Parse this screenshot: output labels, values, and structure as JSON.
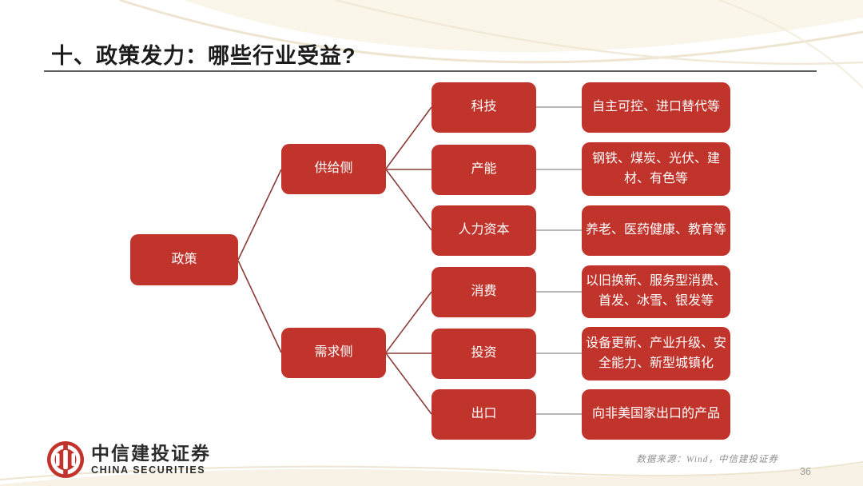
{
  "slide": {
    "title": "十、政策发力：哪些行业受益?",
    "source_note": "数据来源：Wind，中信建投证券",
    "page_number": "36"
  },
  "logo": {
    "name_cn": "中信建投证券",
    "name_en": "CHINA SECURITIES"
  },
  "colors": {
    "box_red": "#c1342c",
    "branch_line": "#8c3c37",
    "connector_line": "#9e9e9e",
    "title_rule": "#5f5f5f",
    "deco_cream": "#f6f0e1"
  },
  "diagram": {
    "root": {
      "label": "政策"
    },
    "branches": [
      {
        "label": "供给侧",
        "children": [
          {
            "label": "科技",
            "detail": "自主可控、进口替代等"
          },
          {
            "label": "产能",
            "detail": "钢铁、煤炭、光伏、建材、有色等"
          },
          {
            "label": "人力资本",
            "detail": "养老、医药健康、教育等"
          }
        ]
      },
      {
        "label": "需求侧",
        "children": [
          {
            "label": "消费",
            "detail": "以旧换新、服务型消费、首发、冰雪、银发等"
          },
          {
            "label": "投资",
            "detail": "设备更新、产业升级、安全能力、新型城镇化"
          },
          {
            "label": "出口",
            "detail": "向非美国家出口的产品"
          }
        ]
      }
    ]
  }
}
